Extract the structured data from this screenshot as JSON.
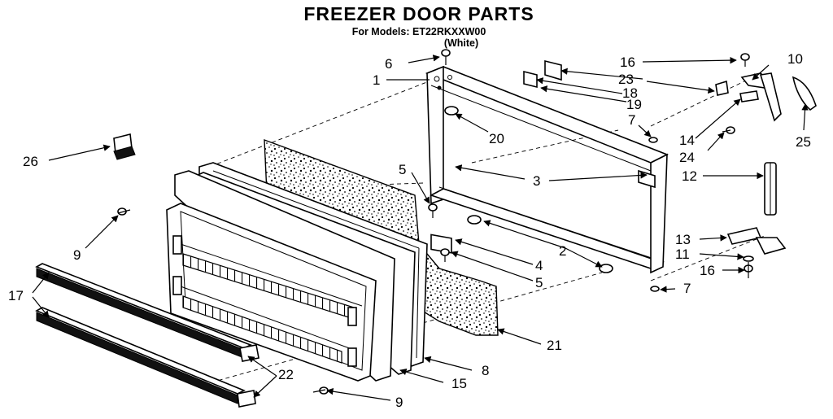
{
  "header": {
    "title": "FREEZER DOOR PARTS",
    "models_line": "For Models: ET22RKXXW00",
    "color": "(White)"
  },
  "callouts": {
    "c1": "1",
    "c2": "2",
    "c3": "3",
    "c4": "4",
    "c5a": "5",
    "c5b": "5",
    "c6": "6",
    "c7a": "7",
    "c7b": "7",
    "c8": "8",
    "c9a": "9",
    "c9b": "9",
    "c10": "10",
    "c11": "11",
    "c12": "12",
    "c13": "13",
    "c14": "14",
    "c15": "15",
    "c16a": "16",
    "c16b": "16",
    "c17": "17",
    "c18": "18",
    "c19": "19",
    "c20": "20",
    "c21": "21",
    "c22": "22",
    "c23": "23",
    "c24": "24",
    "c25": "25",
    "c26": "26"
  }
}
